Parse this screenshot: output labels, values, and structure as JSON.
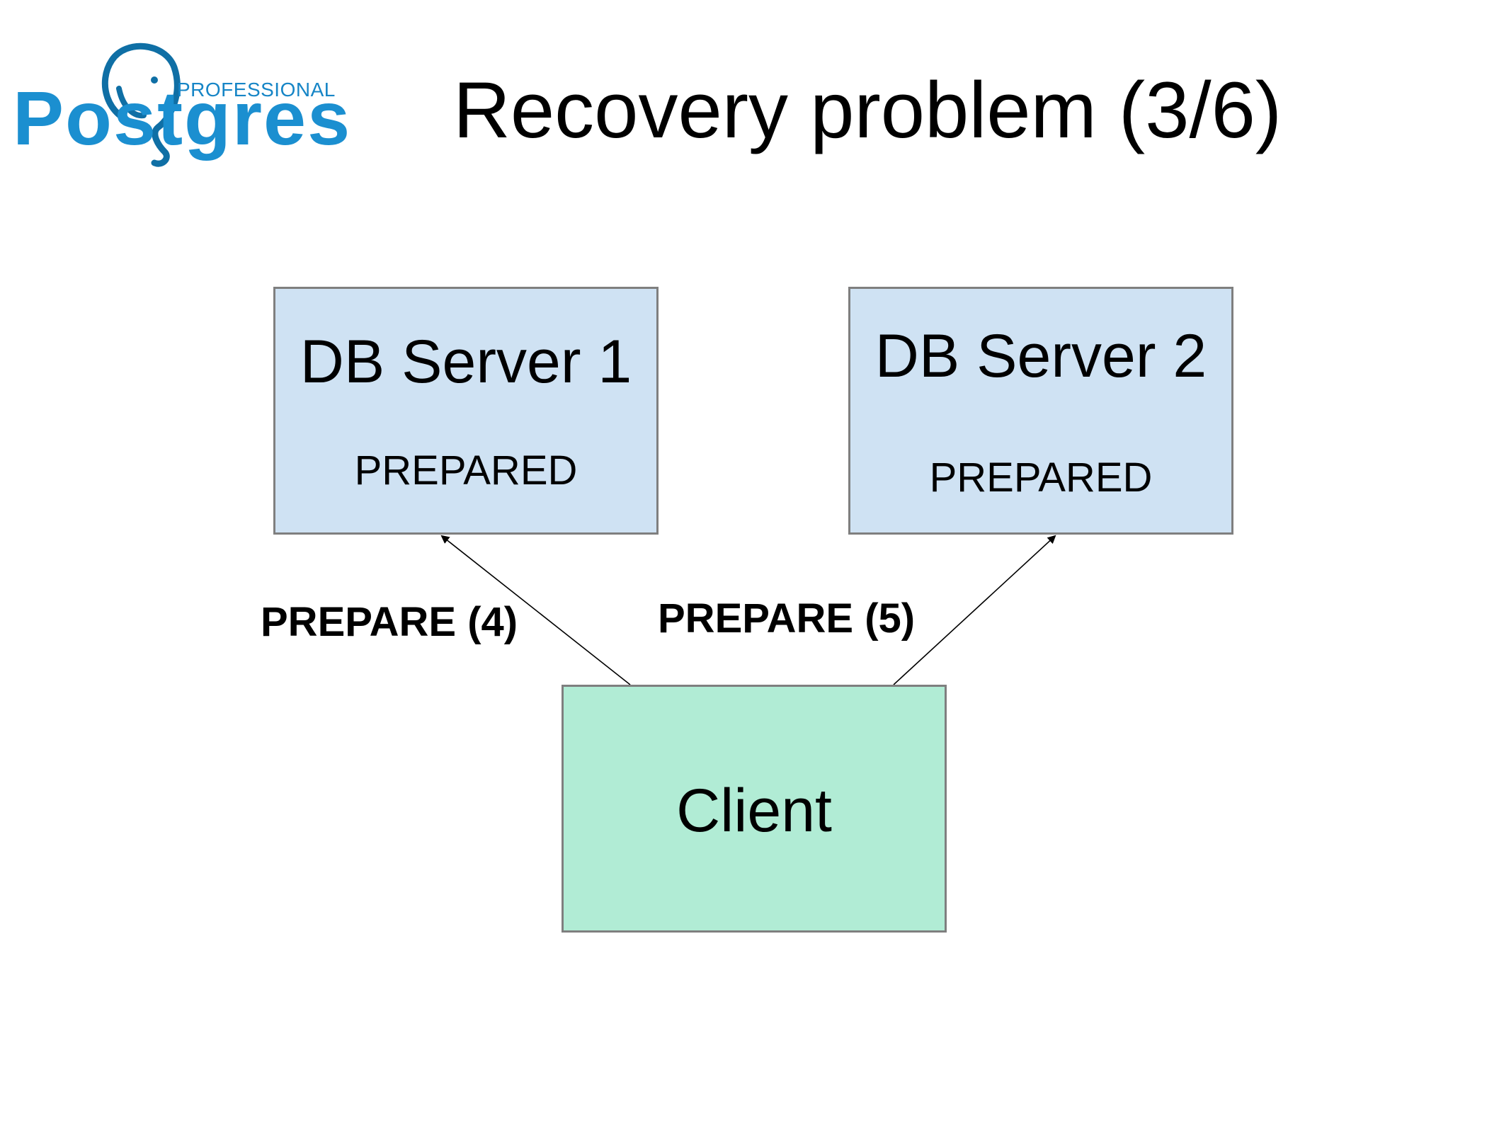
{
  "logo": {
    "tagline": "PROFESSIONAL",
    "wordmark": "Postgres",
    "icon": "elephant-icon",
    "color": "#1b8fd0"
  },
  "title": "Recovery problem (3/6)",
  "nodes": {
    "server1": {
      "name": "DB Server 1",
      "status": "PREPARED",
      "fill": "#cfe2f3"
    },
    "server2": {
      "name": "DB Server 2",
      "status": "PREPARED",
      "fill": "#cfe2f3"
    },
    "client": {
      "name": "Client",
      "fill": "#b1ecd5"
    }
  },
  "edges": [
    {
      "from": "client",
      "to": "server1",
      "label": "PREPARE (4)"
    },
    {
      "from": "client",
      "to": "server2",
      "label": "PREPARE (5)"
    }
  ]
}
